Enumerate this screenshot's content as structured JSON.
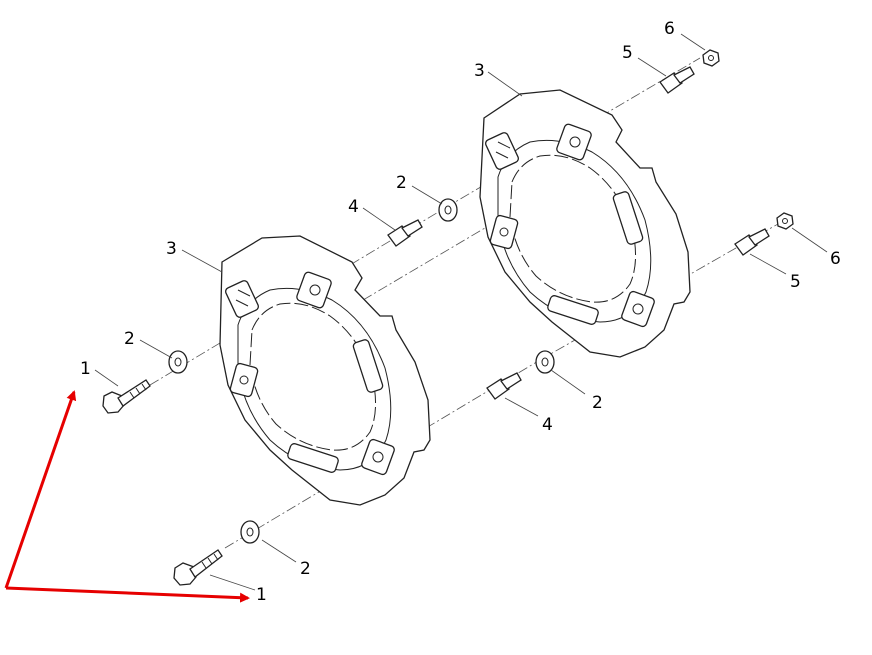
{
  "callouts": [
    {
      "id": "c1a",
      "text": "1"
    },
    {
      "id": "c1b",
      "text": "1"
    },
    {
      "id": "c2a",
      "text": "2"
    },
    {
      "id": "c2b",
      "text": "2"
    },
    {
      "id": "c2c",
      "text": "2"
    },
    {
      "id": "c2d",
      "text": "2"
    },
    {
      "id": "c3a",
      "text": "3"
    },
    {
      "id": "c3b",
      "text": "3"
    },
    {
      "id": "c4a",
      "text": "4"
    },
    {
      "id": "c4b",
      "text": "4"
    },
    {
      "id": "c5a",
      "text": "5"
    },
    {
      "id": "c5b",
      "text": "5"
    },
    {
      "id": "c6a",
      "text": "6"
    },
    {
      "id": "c6b",
      "text": "6"
    }
  ],
  "colors": {
    "line": "#222222",
    "highlight_arrow": "#e60000",
    "background": "#ffffff"
  },
  "icons": [
    "hex-bolt-icon",
    "flat-washer-icon",
    "wheel-weight-icon",
    "stud-icon",
    "hex-nut-icon"
  ]
}
